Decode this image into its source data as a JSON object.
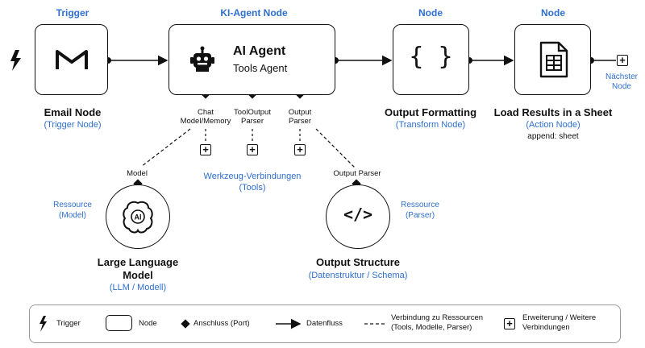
{
  "headers": {
    "trigger": "Trigger",
    "agent": "KI-Agent Node",
    "node1": "Node",
    "node2": "Node"
  },
  "email_node": {
    "title": "Email Node",
    "subtitle": "(Trigger Node)",
    "icon": "gmail-icon"
  },
  "agent_node": {
    "title": "AI Agent",
    "subtitle": "Tools Agent",
    "icon": "robot-icon"
  },
  "format_node": {
    "title": "Output Formatting",
    "subtitle": "(Transform Node)",
    "icon": "braces-icon"
  },
  "sheet_node": {
    "title": "Load Results in a Sheet",
    "subtitle": "(Action Node)",
    "detail": "append: sheet",
    "icon": "sheet-icon"
  },
  "next_node": {
    "label_line1": "Nächster",
    "label_line2": "Node"
  },
  "ports": {
    "chat_l1": "Chat",
    "chat_l2": "Model/Memory",
    "tool_l1": "ToolOutput",
    "tool_l2": "Parser",
    "output_l1": "Output",
    "output_l2": "Parser"
  },
  "tools_label": {
    "line1": "Werkzeug-Verbindungen",
    "line2": "(Tools)"
  },
  "llm": {
    "port_label": "Model",
    "resource_l1": "Ressource",
    "resource_l2": "(Model)",
    "title_l1": "Large Language",
    "title_l2": "Model",
    "subtitle": "(LLM / Modell)",
    "icon_text": "AI"
  },
  "parser": {
    "port_label": "Output Parser",
    "resource_l1": "Ressource",
    "resource_l2": "(Parser)",
    "title": "Output Structure",
    "subtitle": "(Datenstruktur / Schema)"
  },
  "legend": {
    "trigger": "Trigger",
    "node": "Node",
    "port": "Anschluss (Port)",
    "dataflow": "Datenfluss",
    "resource_l1": "Verbindung zu Ressourcen",
    "resource_l2": "(Tools, Modelle, Parser)",
    "ext_l1": "Erweiterung / Weitere",
    "ext_l2": "Verbindungen"
  },
  "colors": {
    "accent": "#2f6fcf",
    "stroke": "#111111"
  }
}
